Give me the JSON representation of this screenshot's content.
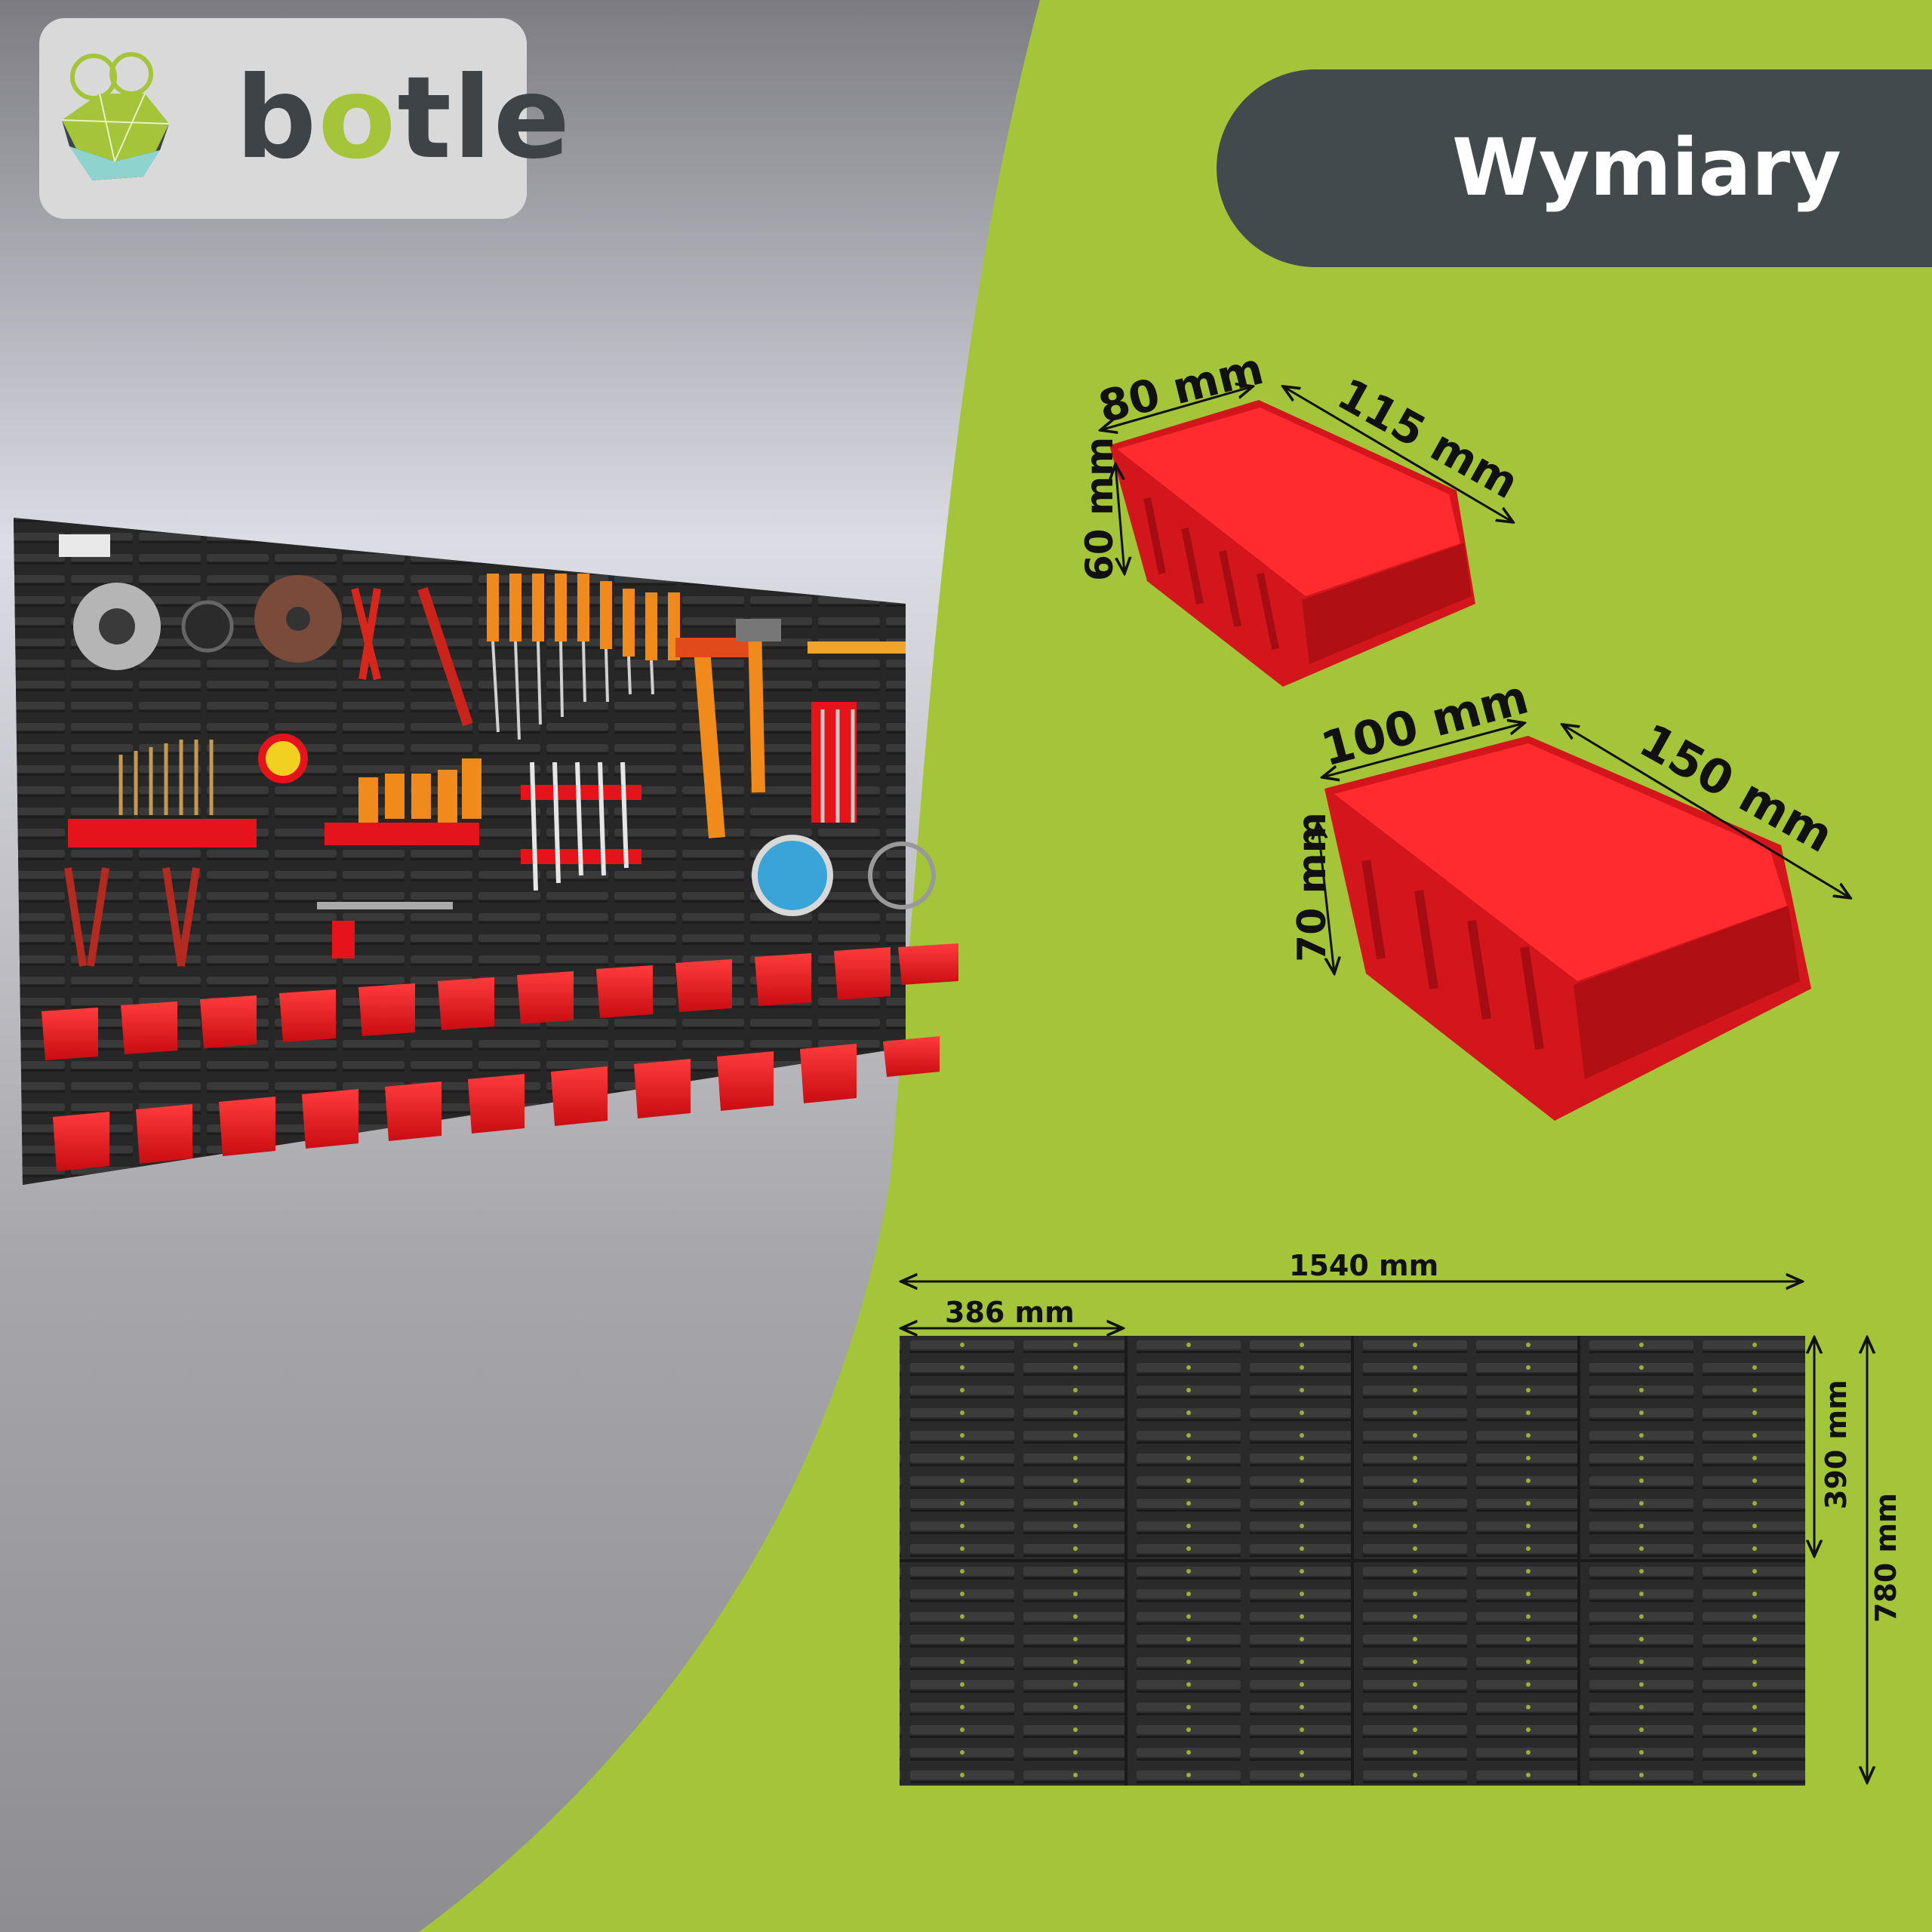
{
  "brand": {
    "name_prefix": "b",
    "name_o": "o",
    "name_suffix": "tle"
  },
  "title": "Wymiary",
  "small_bin": {
    "width": "80 mm",
    "length": "115 mm",
    "height": "60 mm"
  },
  "large_bin": {
    "width": "100 mm",
    "length": "150 mm",
    "height": "70 mm"
  },
  "wall_panel": {
    "total_width": "1540 mm",
    "panel_width": "386 mm",
    "panel_height": "390 mm",
    "total_height": "780 mm"
  },
  "colors": {
    "accent_green": "#a4c53a",
    "dark_gray": "#434a4d",
    "bin_red": "#e8161b",
    "panel_black": "#2b2b2b"
  }
}
